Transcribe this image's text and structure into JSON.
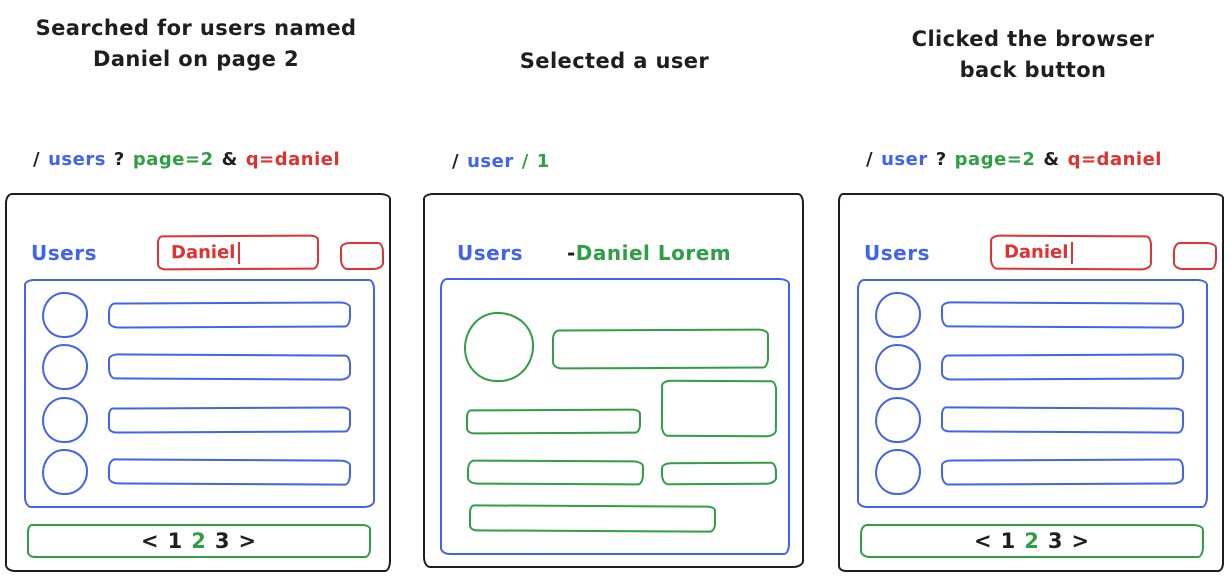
{
  "colors": {
    "ink": "#1e1e1e",
    "blue": "#4263eb",
    "green": "#2f9e44",
    "red": "#e03131"
  },
  "panels": [
    {
      "name": "searched-users-page-2",
      "title_lines": [
        "Searched for users named",
        "Daniel on page 2"
      ],
      "url": [
        {
          "text": "/",
          "color": "ink"
        },
        {
          "text": "users",
          "color": "blue"
        },
        {
          "text": "?",
          "color": "ink"
        },
        {
          "text": "page=2",
          "color": "green"
        },
        {
          "text": "&",
          "color": "ink"
        },
        {
          "text": "q=daniel",
          "color": "red"
        }
      ],
      "app": {
        "heading": "Users",
        "search_value": "Daniel"
      },
      "list": {
        "row_count": 4
      },
      "pagination": [
        {
          "text": "<",
          "color": "ink"
        },
        {
          "text": "1",
          "color": "ink"
        },
        {
          "text": "2",
          "color": "green"
        },
        {
          "text": "3",
          "color": "ink"
        },
        {
          "text": ">",
          "color": "ink"
        }
      ]
    },
    {
      "name": "selected-a-user",
      "title_lines": [
        "Selected a user"
      ],
      "url": [
        {
          "text": "/",
          "color": "ink"
        },
        {
          "text": "user",
          "color": "blue"
        },
        {
          "text": "/",
          "color": "green"
        },
        {
          "text": "1",
          "color": "green"
        }
      ],
      "app": {
        "heading": "Users",
        "detail_dash": "-",
        "detail_name": "Daniel Lorem"
      }
    },
    {
      "name": "clicked-browser-back-button",
      "title_lines": [
        "Clicked the browser",
        "back button"
      ],
      "url": [
        {
          "text": "/",
          "color": "ink"
        },
        {
          "text": "user",
          "color": "blue"
        },
        {
          "text": "?",
          "color": "ink"
        },
        {
          "text": "page=2",
          "color": "green"
        },
        {
          "text": "&",
          "color": "ink"
        },
        {
          "text": "q=daniel",
          "color": "red"
        }
      ],
      "app": {
        "heading": "Users",
        "search_value": "Daniel"
      },
      "list": {
        "row_count": 4
      },
      "pagination": [
        {
          "text": "<",
          "color": "ink"
        },
        {
          "text": "1",
          "color": "ink"
        },
        {
          "text": "2",
          "color": "green"
        },
        {
          "text": "3",
          "color": "ink"
        },
        {
          "text": ">",
          "color": "ink"
        }
      ]
    }
  ]
}
